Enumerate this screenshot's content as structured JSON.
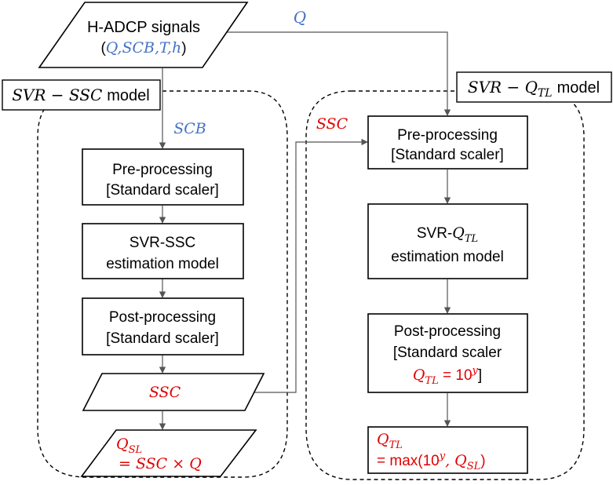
{
  "colors": {
    "blue": "#4472C4",
    "red": "#E00000",
    "black": "#000000"
  },
  "input": {
    "title": "H-ADCP signals",
    "vars_open": "(",
    "vars": "Q,SCB,T,h",
    "vars_close": ")",
    "q_label": "Q"
  },
  "ssc_model": {
    "label_math": "SVR − SSC",
    "label_word": "model",
    "scb_label": "SCB",
    "preproc_line1": "Pre-processing",
    "preproc_line2": "[Standard scaler]",
    "svr_line1": "SVR-SSC",
    "svr_line2": "estimation model",
    "postproc_line1": "Post-processing",
    "postproc_line2": "[Standard scaler]",
    "ssc_output": "SSC",
    "qsl_name": "Q",
    "qsl_sub": "SL",
    "qsl_formula": "= SSC × Q"
  },
  "qtl_model": {
    "label_math": "SVR − Q",
    "label_sub": "TL",
    "label_word": "model",
    "ssc_label": "SSC",
    "preproc_line1": "Pre-processing",
    "preproc_line2": "[Standard scaler]",
    "svr_prefix": "SVR-",
    "svr_q": "Q",
    "svr_sub": "TL",
    "svr_line2": "estimation model",
    "postproc_line1": "Post-processing",
    "postproc_line2": "[Standard scaler",
    "post_q": "Q",
    "post_sub": "TL",
    "post_eq": " = 10",
    "post_sup": "y",
    "post_close": "]",
    "final_q": "Q",
    "final_sub": "TL",
    "final_formula_a": "= max(10",
    "final_sup": "y",
    "final_formula_b": ", Q",
    "final_sub2": "SL",
    "final_close": ")"
  }
}
